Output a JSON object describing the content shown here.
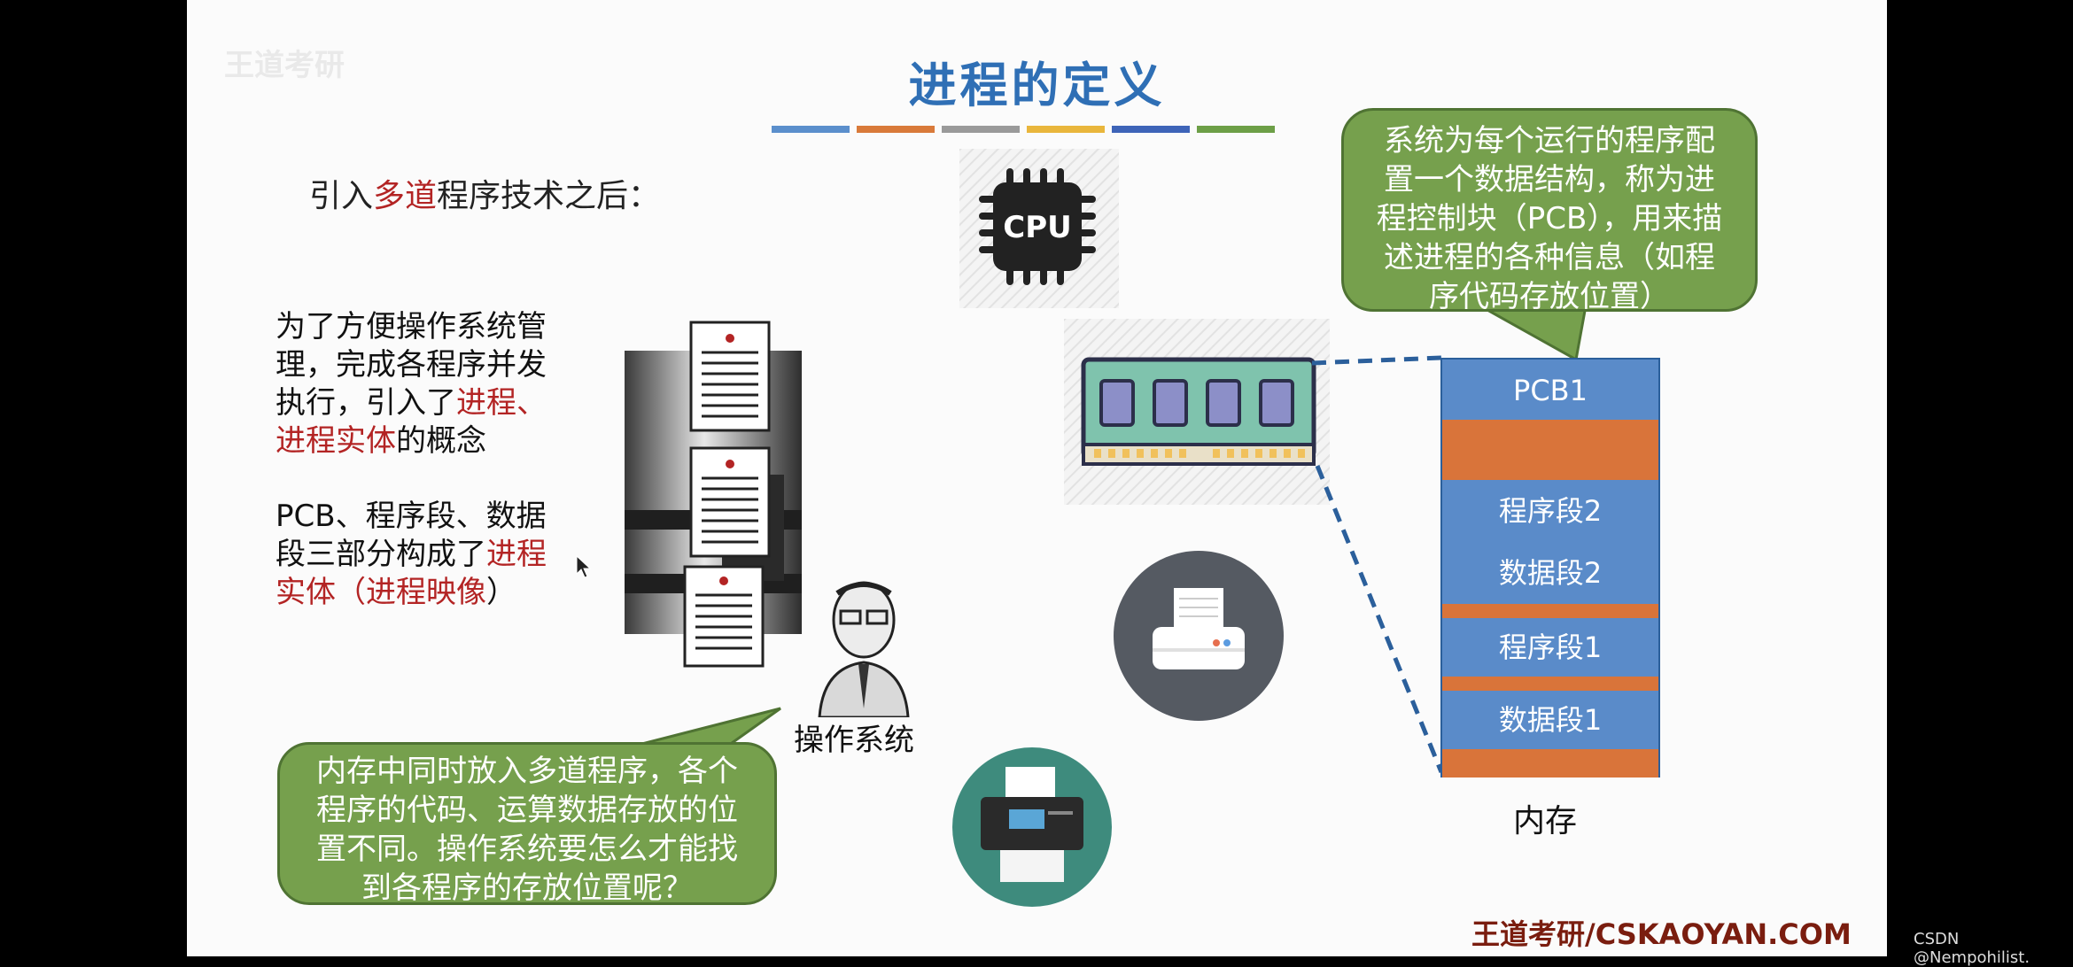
{
  "watermark": "王道考研",
  "slide": {
    "title": "进程的定义",
    "color_bars": [
      "#5b8fcc",
      "#d97a3a",
      "#9a9a9a",
      "#e9b63c",
      "#3e64b8",
      "#6d9f47"
    ],
    "intro_before": "引入",
    "intro_highlight": "多道",
    "intro_after": "程序技术之后：",
    "paragraph1": {
      "line1": "为了方便操作系统管",
      "line2": "理，完成各程序并发",
      "line3_plain": "执行，引入了",
      "line3_red": "进程、",
      "line4_red": "进程实体",
      "line4_plain": "的概念"
    },
    "paragraph2": {
      "line1": "PCB、程序段、数据",
      "line2_plain": "段三部分构成了",
      "line2_red": "进程",
      "line3_red": "实体（进程映像",
      "line3_plain": "）"
    },
    "cpu_label": "CPU",
    "os_label": "操作系统",
    "bubble_top": [
      "系统为每个运行的程序配",
      "置一个数据结构，称为进",
      "程控制块（PCB），用来描",
      "述进程的各种信息（如程",
      "序代码存放位置）"
    ],
    "bubble_bottom": [
      "内存中同时放入多道程序，各个",
      "程序的代码、运算数据存放的位",
      "置不同。操作系统要怎么才能找",
      "到各程序的存放位置呢？"
    ],
    "memory": {
      "label": "内存",
      "blue": "#5a8bc9",
      "orange": "#d9743a",
      "blocks": [
        {
          "text": "PCB1",
          "type": "blue",
          "h": 70
        },
        {
          "text": "",
          "type": "orange",
          "h": 68
        },
        {
          "text": "程序段2",
          "type": "blue",
          "h": 70
        },
        {
          "text": "数据段2",
          "type": "blue",
          "h": 70
        },
        {
          "text": "",
          "type": "orange",
          "h": 16
        },
        {
          "text": "程序段1",
          "type": "blue",
          "h": 66
        },
        {
          "text": "",
          "type": "orange",
          "h": 16
        },
        {
          "text": "数据段1",
          "type": "blue",
          "h": 66
        },
        {
          "text": "",
          "type": "orange",
          "h": 32
        }
      ]
    },
    "footer": "王道考研/CSKAOYAN.COM"
  },
  "csdn_watermark": "CSDN @Nempohilist."
}
